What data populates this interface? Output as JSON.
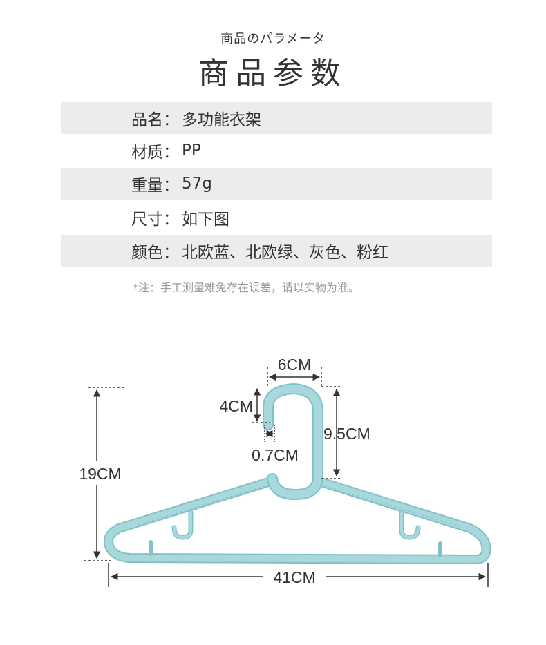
{
  "header": {
    "subtitle": "商品のパラメータ",
    "title": "商品参数"
  },
  "specs": [
    {
      "label": "品名",
      "sep": "：",
      "value": "多功能衣架"
    },
    {
      "label": "材质",
      "sep": "：",
      "value": "PP"
    },
    {
      "label": "重量",
      "sep": "：",
      "value": "57g"
    },
    {
      "label": "尺寸",
      "sep": "：",
      "value": "如下图"
    },
    {
      "label": "颜色",
      "sep": "：",
      "value": "北欧蓝、北欧绿、灰色、粉红"
    }
  ],
  "note": "*注：手工测量难免存在误差，请以实物为准。",
  "diagram": {
    "hanger_color": "#a8d8dc",
    "hanger_outline": "#7fc2c8",
    "line_color": "#333333",
    "dimensions": {
      "hook_width": "6CM",
      "hook_drop": "4CM",
      "hook_inner_height": "9.5CM",
      "hook_thickness": "0.7CM",
      "total_height": "19CM",
      "total_width": "41CM"
    }
  }
}
